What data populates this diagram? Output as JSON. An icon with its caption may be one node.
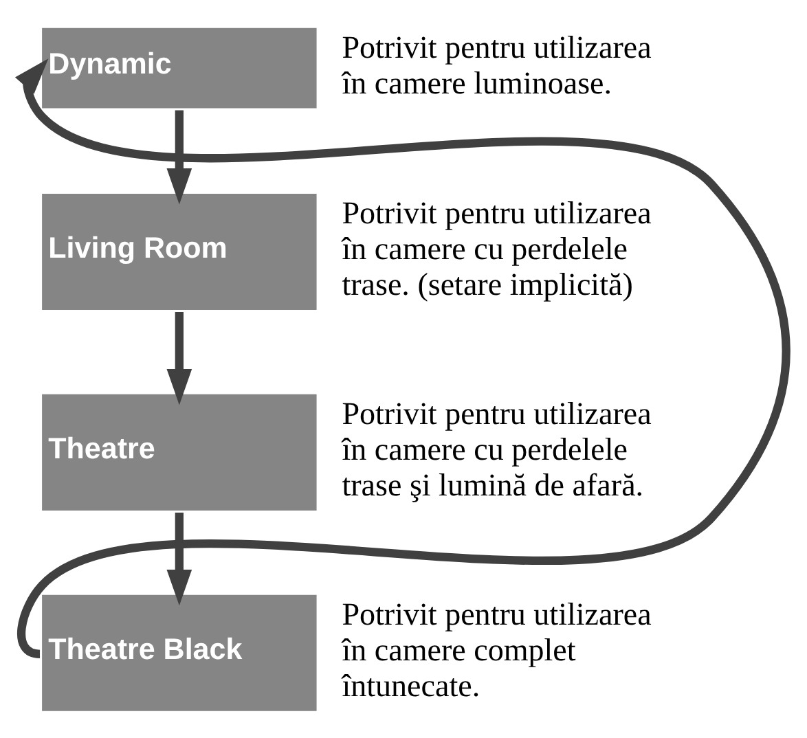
{
  "diagram": {
    "nodes": [
      {
        "text": [
          "Dynamic"
        ],
        "beside": [
          "Potrivit pentru utilizarea în camere luminoase."
        ]
      },
      {
        "text": [
          "Living Room"
        ],
        "beside": [
          "Potrivit pentru utilizarea în camere cu perdelele trase. (setare implicită)"
        ]
      },
      {
        "text": [
          "Theatre"
        ],
        "beside": [
          "Potrivit pentru utilizarea în camere cu perdelele trase şi lumină de afară."
        ]
      },
      {
        "text": [
          "Theatre Black"
        ],
        "beside": [
          "Potrivit pentru utilizarea în camere complet întunecate."
        ]
      }
    ],
    "edges": [
      {
        "from": 0,
        "to": 1,
        "arrow": "to"
      },
      {
        "from": 1,
        "to": 2,
        "arrow": "to"
      },
      {
        "from": 2,
        "to": 3,
        "arrow": "to"
      },
      {
        "from": 3,
        "to": 0,
        "arrow": "to"
      }
    ]
  }
}
